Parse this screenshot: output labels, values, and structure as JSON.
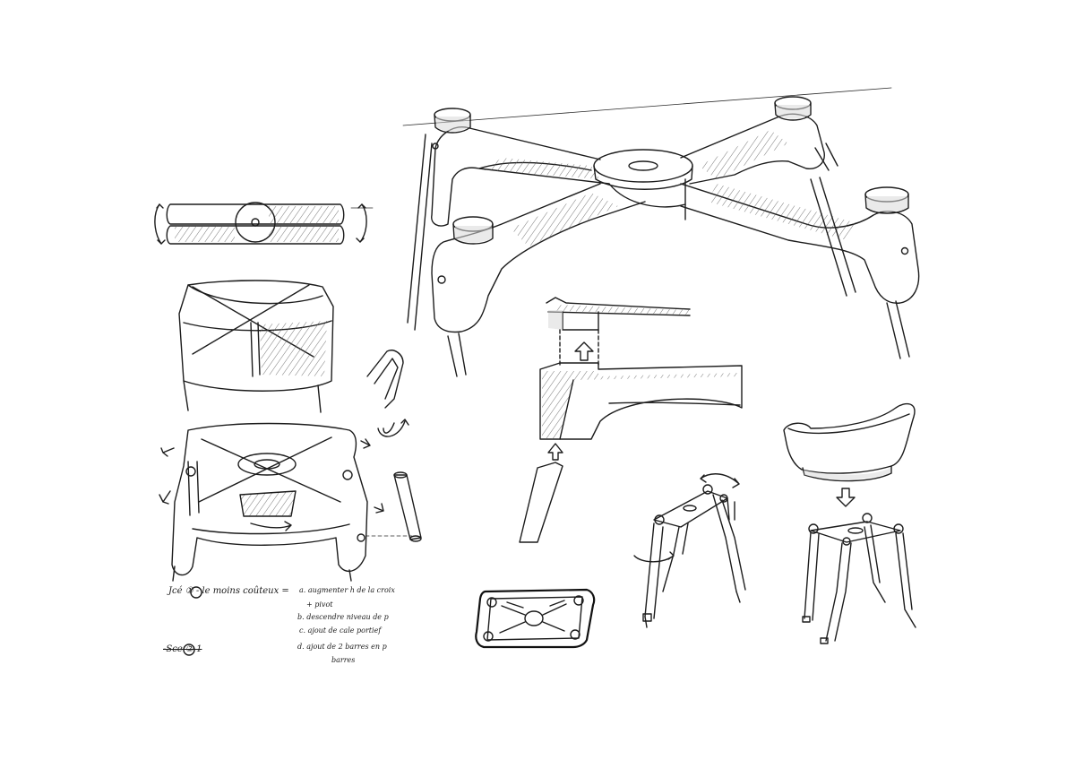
{
  "notes": {
    "line1_label": "Jcé ① - le moins coûteux =",
    "item_a": "a. augmenter h de la croix",
    "item_a2": "+ pivot",
    "item_b": "b. descendre niveau de p",
    "item_c": "c. ajout de cale portief",
    "item_d": "d. ajout de 2 barres en p",
    "item_d2": "barres",
    "line2_label": "-Sce ② 1"
  },
  "colors": {
    "ink": "#1c1c1c",
    "paper": "#ffffff",
    "shade": "#d8d8d8"
  }
}
